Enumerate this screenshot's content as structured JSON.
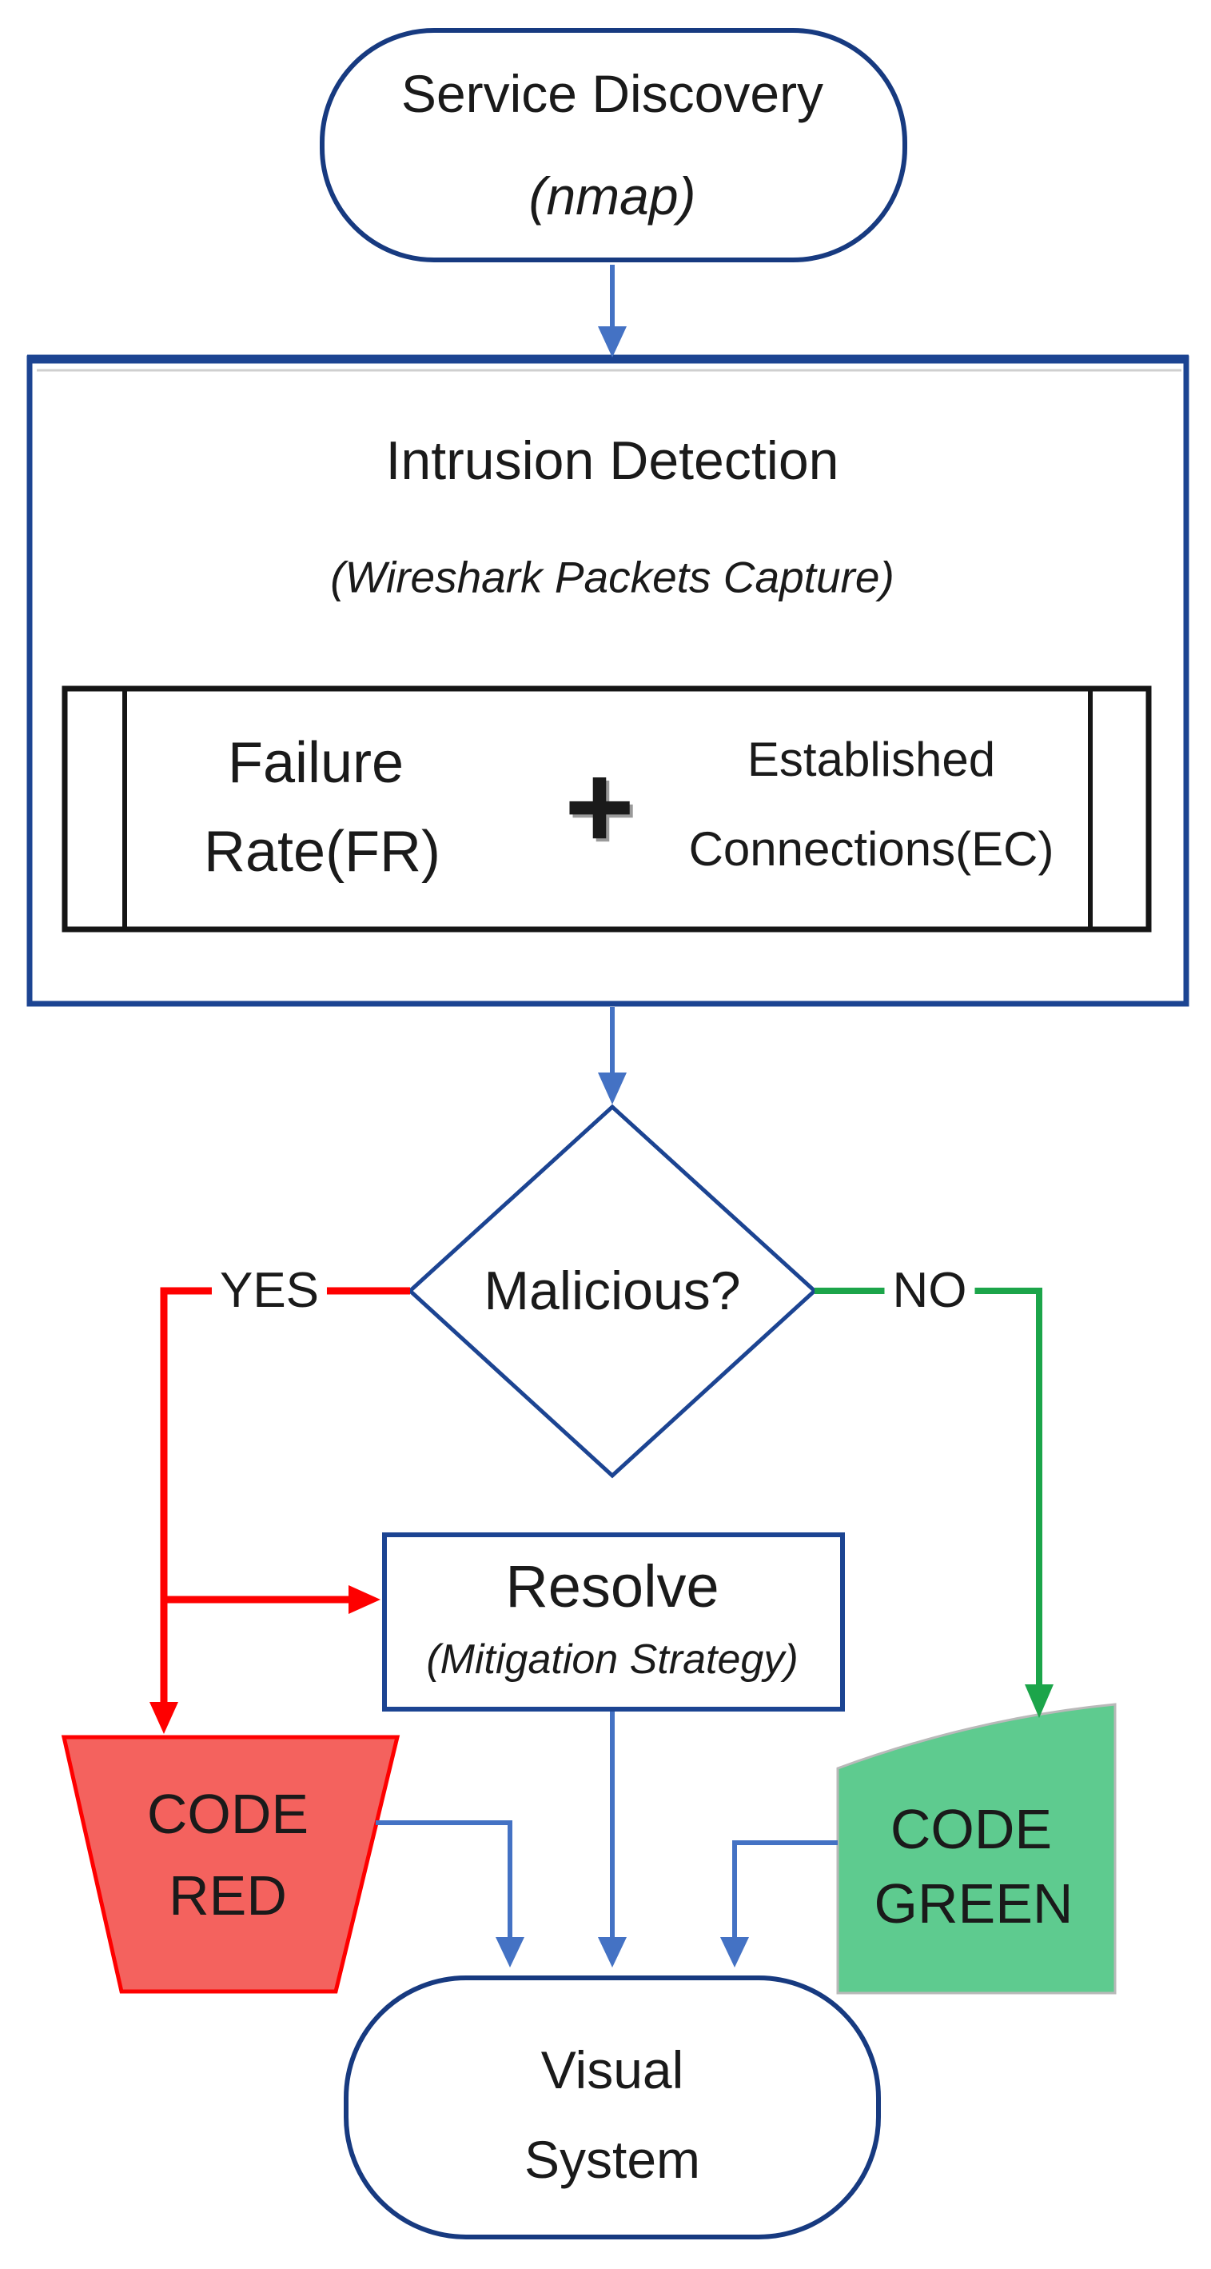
{
  "page": {
    "kind": "flowchart",
    "background": "#ffffff"
  },
  "colors": {
    "bg": "#ffffff",
    "ink": "#1a1a1a",
    "navy": "#1c4492",
    "stadiumNavy": "#173a80",
    "connector": "#4472c4",
    "red": "#fe0000",
    "redFill": "#f4625e",
    "green": "#1ca54a",
    "greenFill": "#5ecb8f",
    "grayBorder": "#b9b9b9",
    "boxBlack": "#151515",
    "innerShadow": "#cfcfcf"
  },
  "nodes": {
    "service_discovery": {
      "shape": "stadium",
      "line1": "Service Discovery",
      "line2": "(nmap)"
    },
    "intrusion_detection": {
      "shape": "rectangle",
      "title": "Intrusion Detection",
      "subtitle": "(Wireshark Packets Capture)"
    },
    "failure_rate": {
      "shape": "predefined-process",
      "line1": "Failure",
      "line2": "Rate(FR)"
    },
    "plus_operator": {
      "shape": "plus-sign",
      "symbol": "+"
    },
    "established_connections": {
      "line1": "Established",
      "line2": "Connections(EC)"
    },
    "malicious_decision": {
      "shape": "diamond",
      "label": "Malicious?"
    },
    "resolve": {
      "shape": "rectangle",
      "title": "Resolve",
      "subtitle": "(Mitigation Strategy)"
    },
    "code_red": {
      "shape": "trapezoid",
      "line1": "CODE",
      "line2": "RED",
      "fill": "#f4625e",
      "border": "#fe0000"
    },
    "code_green": {
      "shape": "quadrilateral",
      "line1": "CODE",
      "line2": "GREEN",
      "fill": "#5ecb8f",
      "border": "#b9b9b9"
    },
    "visual_system": {
      "shape": "stadium",
      "line1": "Visual",
      "line2": "System"
    }
  },
  "edges": {
    "yes_label": "YES",
    "no_label": "NO",
    "connections": [
      {
        "from": "service_discovery",
        "to": "intrusion_detection",
        "color": "blue"
      },
      {
        "from": "intrusion_detection",
        "to": "malicious_decision",
        "color": "blue"
      },
      {
        "from": "malicious_decision",
        "to": "code_red",
        "label": "YES",
        "color": "red"
      },
      {
        "from": "malicious_decision",
        "to": "resolve",
        "label": "YES",
        "color": "red"
      },
      {
        "from": "malicious_decision",
        "to": "code_green",
        "label": "NO",
        "color": "green"
      },
      {
        "from": "resolve",
        "to": "visual_system",
        "color": "blue"
      },
      {
        "from": "code_red",
        "to": "visual_system",
        "color": "blue"
      },
      {
        "from": "code_green",
        "to": "visual_system",
        "color": "blue"
      }
    ]
  }
}
